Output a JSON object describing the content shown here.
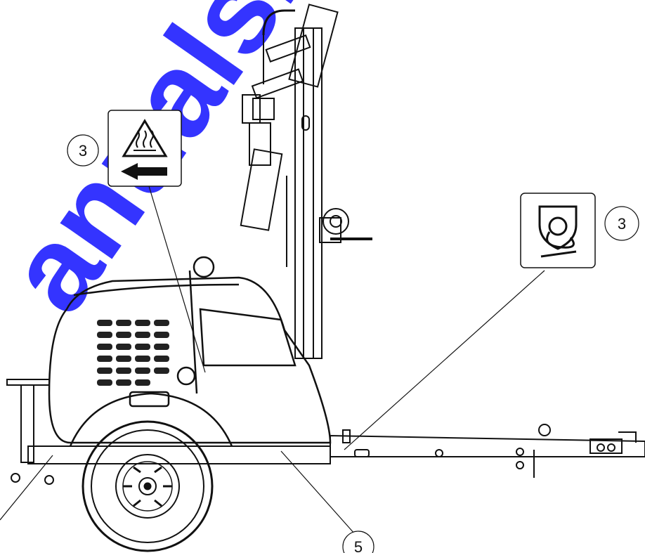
{
  "watermark": {
    "text": "ManualsLib",
    "color": "#2b2bff"
  },
  "callouts": [
    {
      "label": "3"
    },
    {
      "label": "3"
    },
    {
      "label": "5"
    }
  ],
  "labels": [
    {
      "icon": "hot-surface-warning-icon"
    },
    {
      "icon": "tie-down-point-icon"
    }
  ],
  "colors": {
    "line": "#111111",
    "watermark": "#1a1aff"
  }
}
